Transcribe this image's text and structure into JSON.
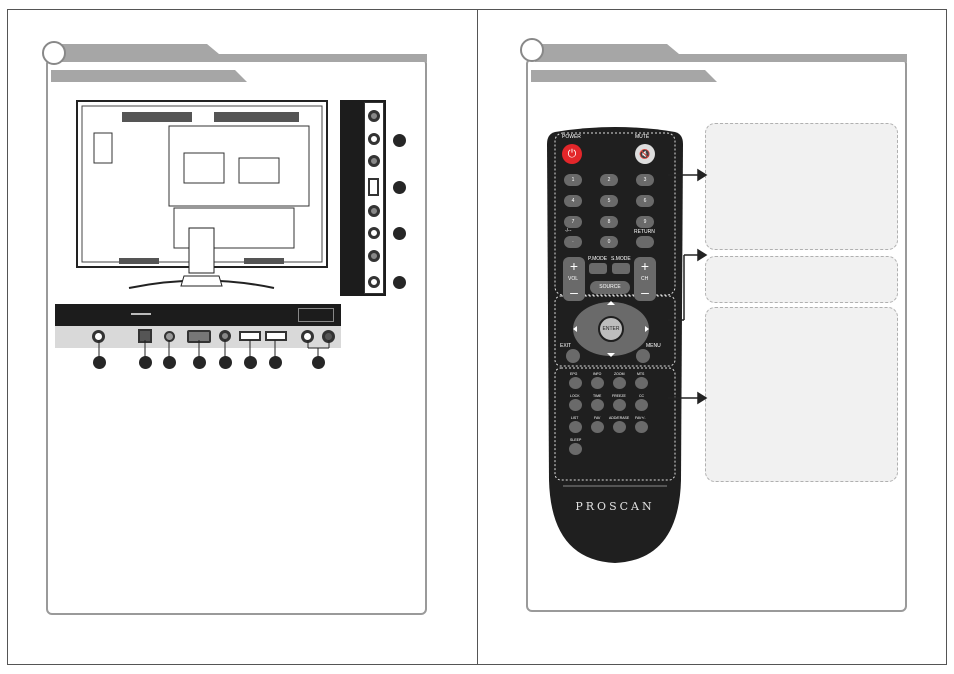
{
  "remote": {
    "labels": {
      "power": "POWER",
      "mute": "MUTE",
      "dash": "-/--",
      "dot": "·",
      "return": "RETURN",
      "vol": "VOL",
      "ch": "CH",
      "pmode": "P.MODE",
      "smode": "S.MODE",
      "source": "SOURCE",
      "enter": "ENTER",
      "exit": "EXIT",
      "menu": "MENU",
      "brand": "PROSCAN"
    },
    "digits": [
      "1",
      "2",
      "3",
      "4",
      "5",
      "6",
      "7",
      "8",
      "9",
      "0"
    ],
    "function_rows": [
      [
        "EPG",
        "INFO",
        "ZOOM",
        "MTS"
      ],
      [
        "LOCK",
        "TIME",
        "FREEZE",
        "CC"
      ],
      [
        "LIST",
        "FAV",
        "ADD/ERASE",
        "FAV+/-"
      ],
      [
        "SLEEP"
      ]
    ]
  },
  "colors": {
    "tab_gray": "#a6a6a6",
    "power_red": "#e3262a",
    "remote_body": "#1f1f1f",
    "callout_bg": "#f1f1f1"
  }
}
